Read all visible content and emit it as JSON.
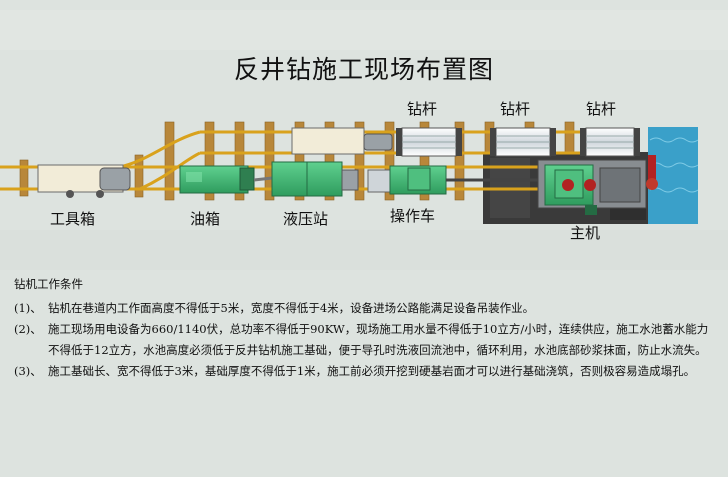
{
  "title": "反井钻施工现场布置图",
  "labels": {
    "toolbox": "工具箱",
    "oil_tank": "油箱",
    "hydraulic_station": "液压站",
    "operator_car": "操作车",
    "main_machine": "主机",
    "drill_rod_1": "钻杆",
    "drill_rod_2": "钻杆",
    "drill_rod_3": "钻杆"
  },
  "colors": {
    "rail": "#d9a21c",
    "sleeper": "#b8873a",
    "equipment_green": "#3cb371",
    "water": "#3aa0c9",
    "rock": "#3a3a3a",
    "cream": "#f2ecd8"
  },
  "notes": {
    "heading": "钻机工作条件",
    "items": [
      {
        "num": "(1)、",
        "text": "钻机在巷道内工作面高度不得低于5米，宽度不得低于4米，设备进场公路能满足设备吊装作业。"
      },
      {
        "num": "(2)、",
        "text": "施工现场用电设备为660/1140伏，总功率不得低于90KW，现场施工用水量不得低于10立方/小时，连续供应，施工水池蓄水能力不得低于12立方，水池高度必须低于反井钻机施工基础，便于导孔时洗液回流池中，循环利用，水池底部砂浆抹面，防止水流失。"
      },
      {
        "num": "(3)、",
        "text": "施工基础长、宽不得低于3米，基础厚度不得低于1米，施工前必须开挖到硬基岩面才可以进行基础浇筑，否则极容易造成塌孔。"
      }
    ]
  }
}
